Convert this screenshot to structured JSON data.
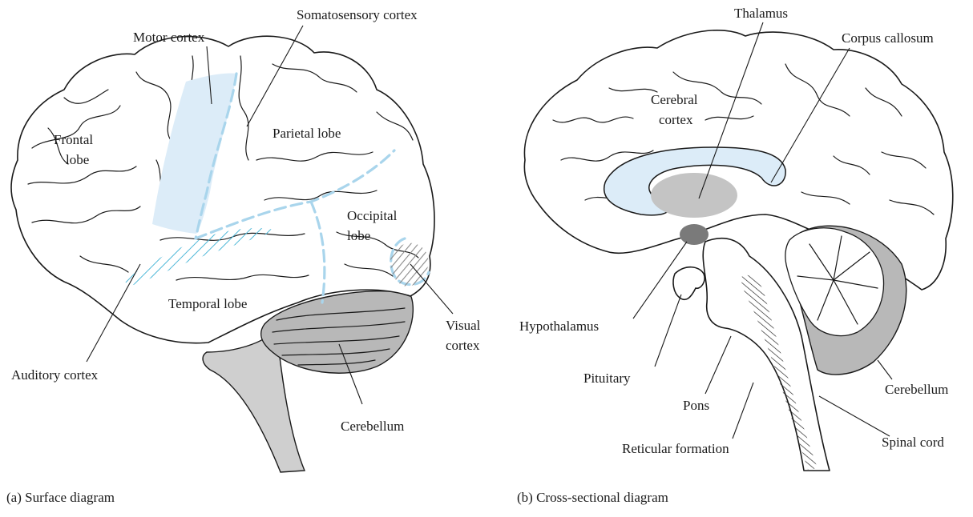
{
  "panels": [
    {
      "caption": "(a) Surface diagram",
      "labels": {
        "motor_cortex": "Motor cortex",
        "somatosensory_cortex": "Somatosensory cortex",
        "frontal_lobe_1": "Frontal",
        "frontal_lobe_2": "lobe",
        "parietal_lobe": "Parietal lobe",
        "occipital_lobe_1": "Occipital",
        "occipital_lobe_2": "lobe",
        "temporal_lobe": "Temporal lobe",
        "visual_cortex_1": "Visual",
        "visual_cortex_2": "cortex",
        "auditory_cortex": "Auditory cortex",
        "cerebellum": "Cerebellum"
      }
    },
    {
      "caption": "(b) Cross-sectional diagram",
      "labels": {
        "thalamus": "Thalamus",
        "corpus_callosum": "Corpus callosum",
        "cerebral_cortex_1": "Cerebral",
        "cerebral_cortex_2": "cortex",
        "hypothalamus": "Hypothalamus",
        "pituitary": "Pituitary",
        "pons": "Pons",
        "reticular_formation": "Reticular formation",
        "cerebellum": "Cerebellum",
        "spinal_cord": "Spinal cord"
      }
    }
  ],
  "colors": {
    "cortex_highlight": "#dcecf8",
    "boundary_dash": "#a9d5ec",
    "hatch_auditory": "#4fb8d8",
    "stem_gray": "#cfcfcf",
    "cerebellum_gray": "#b8b8b8",
    "thalamus_gray": "#c4c4c4",
    "hypothalamus_gray": "#7a7a7a"
  }
}
